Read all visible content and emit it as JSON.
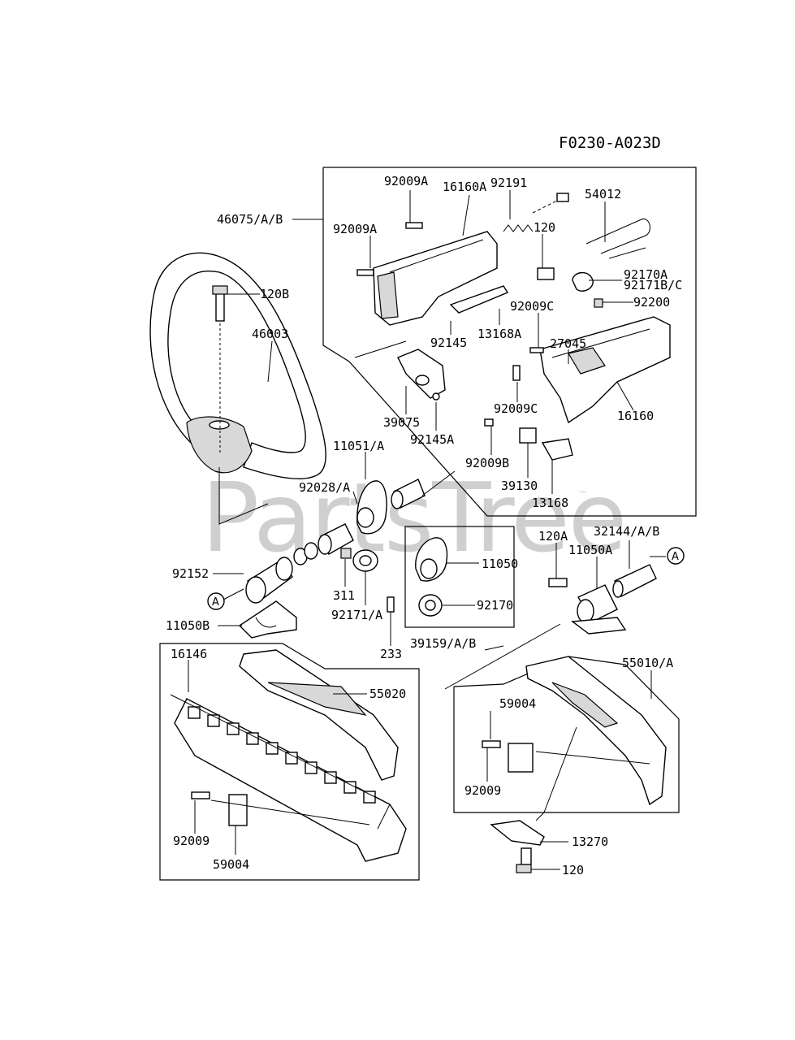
{
  "diagram": {
    "code": "F0230-A023D",
    "watermark": "PartsTree",
    "watermark_tm": "™",
    "ref_marks": [
      "A",
      "A"
    ],
    "labels": {
      "l46075": "46075/A/B",
      "l92009A_1": "92009A",
      "l92009A_2": "92009A",
      "l16160A": "16160A",
      "l92191": "92191",
      "l54012": "54012",
      "l120_top": "120",
      "l92170A": "92170A",
      "l92171BC": "92171B/C",
      "l92200": "92200",
      "l120B": "120B",
      "l46003": "46003",
      "l92145": "92145",
      "l13168A": "13168A",
      "l92009C_1": "92009C",
      "l27045": "27045",
      "l39075": "39075",
      "l92145A": "92145A",
      "l92009C_2": "92009C",
      "l16160": "16160",
      "l11051A": "11051/A",
      "l92009B": "92009B",
      "l92028A": "92028/A",
      "l39130": "39130",
      "l13168": "13168",
      "l120A": "120A",
      "l32144": "32144/A/B",
      "l11050A": "11050A",
      "l11050": "11050",
      "l92152": "92152",
      "l311": "311",
      "l92171A": "92171/A",
      "l92170": "92170",
      "l11050B": "11050B",
      "l233": "233",
      "l39159": "39159/A/B",
      "l16146": "16146",
      "l55020": "55020",
      "l55010A": "55010/A",
      "l59004_r": "59004",
      "l92009_r": "92009",
      "l92009_l": "92009",
      "l59004_l": "59004",
      "l13270": "13270",
      "l120_bot": "120"
    }
  }
}
